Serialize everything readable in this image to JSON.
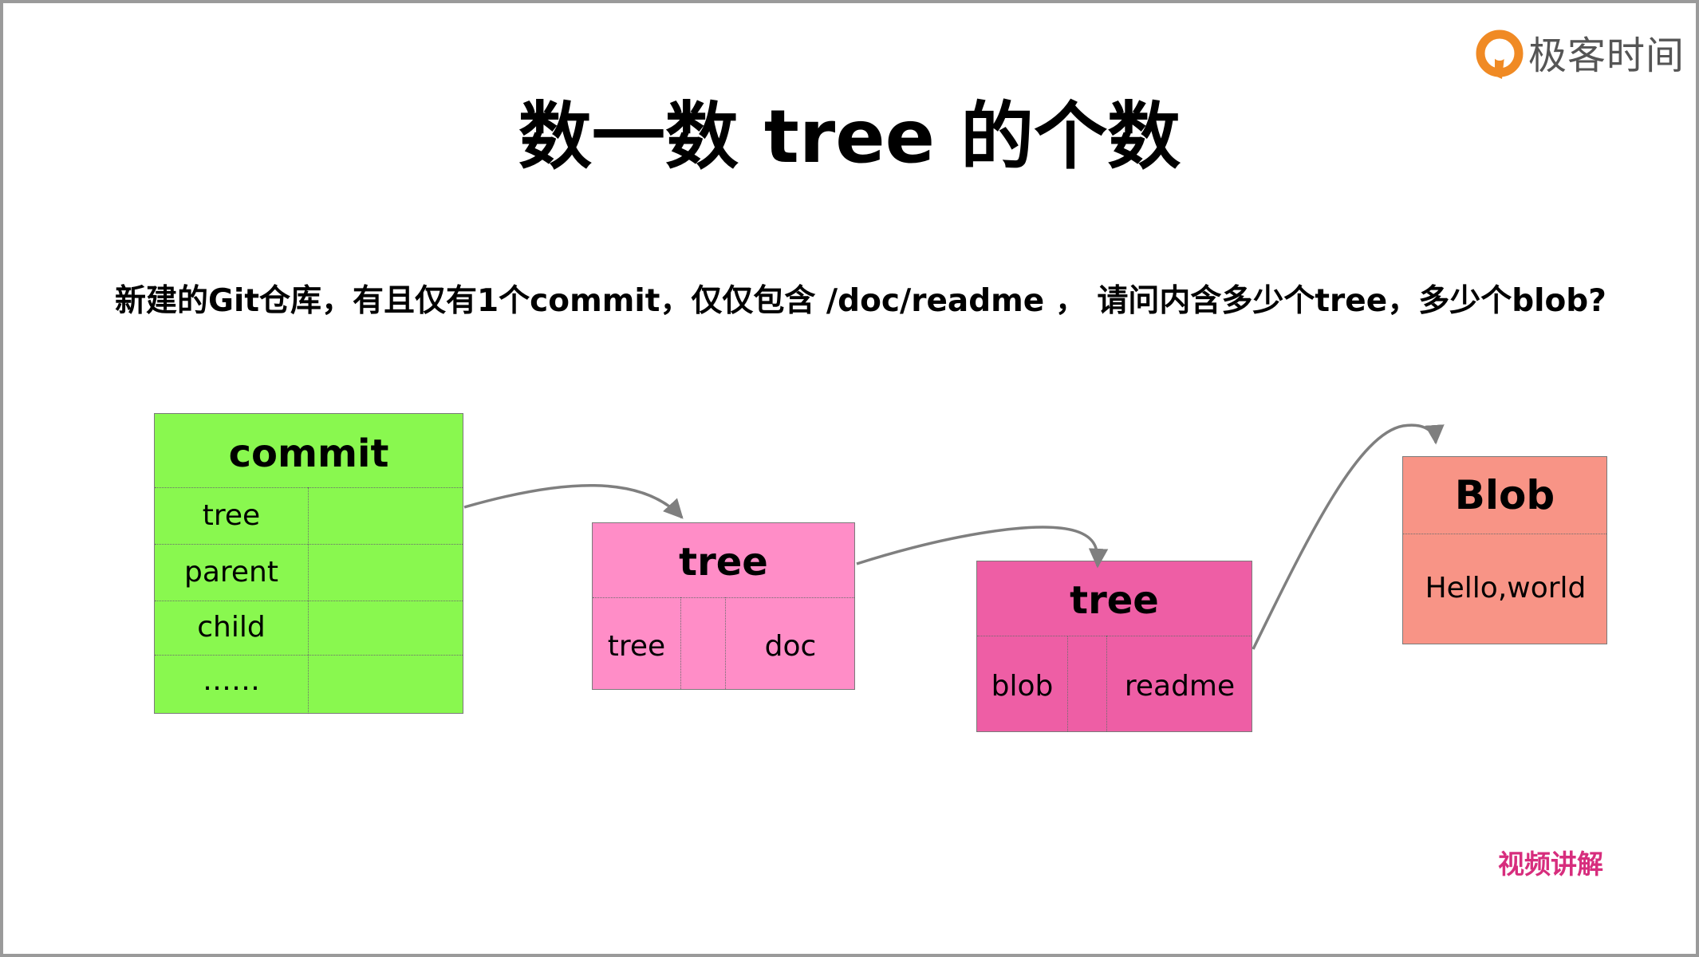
{
  "logo": {
    "text": "极客时间"
  },
  "title": "数一数 tree 的个数",
  "question": "新建的Git仓库，有且仅有1个commit，仅仅包含 /doc/readme ， 请问内含多少个tree，多少个blob?",
  "diagram": {
    "commit": {
      "header": "commit",
      "rows": [
        "tree",
        "parent",
        "child",
        "……"
      ]
    },
    "tree_root": {
      "header": "tree",
      "entry_type": "tree",
      "entry_name": "doc"
    },
    "tree_doc": {
      "header": "tree",
      "entry_type": "blob",
      "entry_name": "readme"
    },
    "blob": {
      "header": "Blob",
      "content": "Hello,world"
    }
  },
  "video_link": "视频讲解",
  "colors": {
    "commit": "#89f84f",
    "tree_root": "#ff8dc7",
    "tree_doc": "#ee5ea5",
    "blob": "#f89486",
    "arrow": "#7f7f7f",
    "link": "#d72d7d",
    "logo_orange": "#f08a24"
  }
}
